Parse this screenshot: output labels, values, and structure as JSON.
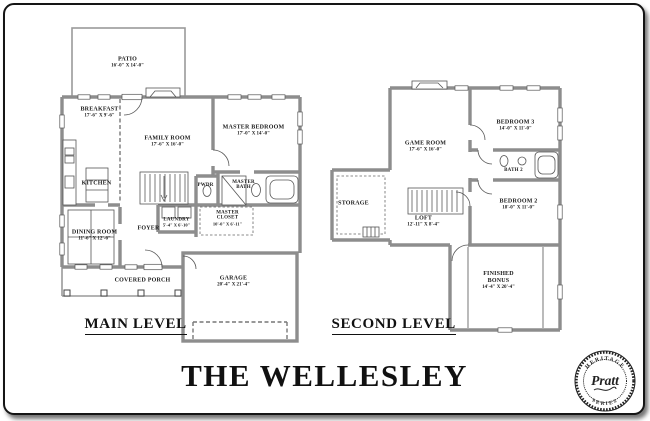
{
  "title": "THE WELLESLEY",
  "levels": {
    "main": {
      "heading": "MAIN LEVEL",
      "rooms": {
        "patio": {
          "name": "PATIO",
          "dims": "16'-0\" X 14'-0\""
        },
        "breakfast": {
          "name": "BREAKFAST",
          "dims": "17'-6\" X 9'-6\""
        },
        "family_room": {
          "name": "FAMILY ROOM",
          "dims": "17'-6\" X 16'-0\""
        },
        "master_bedroom": {
          "name": "MASTER BEDROOM",
          "dims": "17'-0\" X 14'-0\""
        },
        "kitchen": {
          "name": "KITCHEN"
        },
        "dining_room": {
          "name": "DINING ROOM",
          "dims": "11'-6\" X 12'-6\""
        },
        "foyer": {
          "name": "FOYER"
        },
        "laundry": {
          "name": "LAUNDRY",
          "dims": "5'-4\" X 6'-10\""
        },
        "pwdr": {
          "name": "PWDR"
        },
        "master_bath": {
          "name": "MASTER BATH"
        },
        "master_closet": {
          "name": "MASTER CLOSET",
          "dims": "10'-0\" X 6'-11\""
        },
        "covered_porch": {
          "name": "COVERED PORCH"
        },
        "garage": {
          "name": "GARAGE",
          "dims": "20'-4\" X 21'-4\""
        }
      }
    },
    "second": {
      "heading": "SECOND LEVEL",
      "rooms": {
        "game_room": {
          "name": "GAME ROOM",
          "dims": "17'-6\" X 16'-0\""
        },
        "bedroom3": {
          "name": "BEDROOM 3",
          "dims": "14'-0\" X 11'-0\""
        },
        "bath2": {
          "name": "BATH 2"
        },
        "storage": {
          "name": "STORAGE"
        },
        "loft": {
          "name": "LOFT",
          "dims": "12'-11\" X 8'-4\""
        },
        "bedroom2": {
          "name": "BEDROOM 2",
          "dims": "18'-0\" X 11'-0\""
        },
        "finished_bonus": {
          "name": "FINISHED BONUS",
          "dims": "14'-4\" X 20'-4\""
        }
      }
    }
  },
  "logo": {
    "top": "HERITAGE",
    "middle": "Pratt",
    "bottom": "SERIES"
  },
  "colors": {
    "wall": "#8d8d8d",
    "line": "#555555",
    "border": "#151515",
    "background": "#ffffff"
  }
}
